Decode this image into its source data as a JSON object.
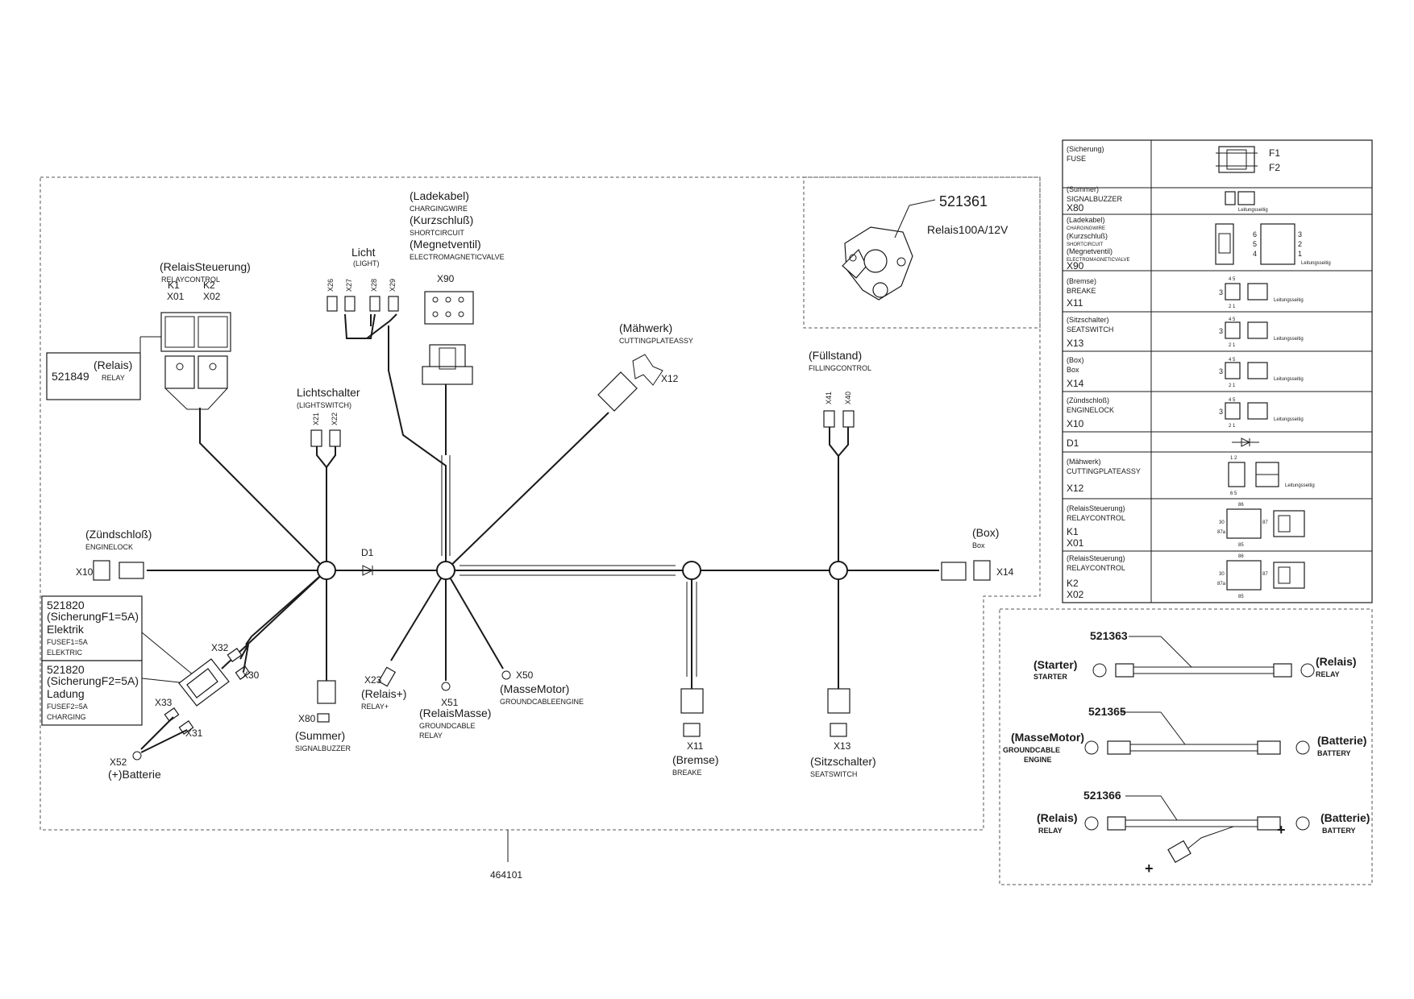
{
  "main": {
    "assembly": "464101",
    "relay_relais": {
      "pn": "521849",
      "de": "(Relais)",
      "en": "RELAY"
    },
    "relay_control": {
      "de": "(RelaisSteuerung)",
      "en": "RELAYCONTROL",
      "k1": "K1",
      "k2": "K2",
      "x1": "X01",
      "x2": "X02"
    },
    "charging": {
      "de1": "(Ladekabel)",
      "en1": "CHARGINGWIRE",
      "de2": "(Kurzschluß)",
      "en2": "SHORTCIRCUIT",
      "de3": "(Megnetventil)",
      "en3": "ELECTROMAGNETICVALVE",
      "x": "X90"
    },
    "light": {
      "de": "Licht",
      "en": "(LIGHT)",
      "x26": "X26",
      "x27": "X27",
      "x28": "X28",
      "x29": "X29"
    },
    "lightswitch": {
      "de": "Lichtschalter",
      "en": "(LIGHTSWITCH)",
      "x21": "X21",
      "x22": "X22"
    },
    "mower": {
      "de": "(Mähwerk)",
      "en": "CUTTINGPLATEASSY",
      "x": "X12"
    },
    "filling": {
      "de": "(Füllstand)",
      "en": "FILLINGCONTROL",
      "x41": "X41",
      "x40": "X40"
    },
    "ignition": {
      "de": "(Zündschloß)",
      "en": "ENGINELOCK",
      "x": "X10"
    },
    "box": {
      "de": "(Box)",
      "en": "Box",
      "x": "X14"
    },
    "diode": "D1",
    "fuse1": {
      "pn": "521820",
      "de1": "(SicherungF1=5A)",
      "de2": "Elektrik",
      "en1": "FUSEF1=5A",
      "en2": "ELEKTRIC"
    },
    "fuse2": {
      "pn": "521820",
      "de1": "(SicherungF2=5A)",
      "de2": "Ladung",
      "en1": "FUSEF2=5A",
      "en2": "CHARGING"
    },
    "fuse_conn": {
      "x32": "X32",
      "x30": "X30",
      "x33": "X33",
      "x31": "X31"
    },
    "battery": {
      "x": "X52",
      "de": "(+)Batterie"
    },
    "buzzer": {
      "x": "X80",
      "de": "(Summer)",
      "en": "SIGNALBUZZER"
    },
    "relay_plus": {
      "x": "X23",
      "de": "(Relais+)",
      "en": "RELAY+"
    },
    "relay_ground": {
      "x": "X51",
      "de": "(RelaisMasse)",
      "en1": "GROUNDCABLE",
      "en2": "RELAY"
    },
    "ground_engine": {
      "x": "X50",
      "de": "(MasseMotor)",
      "en": "GROUNDCABLEENGINE"
    },
    "brake": {
      "x": "X11",
      "de": "(Bremse)",
      "en": "BREAKE"
    },
    "seat": {
      "x": "X13",
      "de": "(Sitzschalter)",
      "en": "SEATSWITCH"
    }
  },
  "big_relay": {
    "pn": "521361",
    "label": "Relais100A/12V"
  },
  "table": {
    "rows": [
      {
        "de": "(Sicherung)",
        "en": "FUSE",
        "x": "",
        "f1": "F1",
        "f2": "F2"
      },
      {
        "de": "(Summer)",
        "en": "SIGNALBUZZER",
        "x": "X80"
      },
      {
        "de": "(Ladekabel)",
        "en": "CHARGINGWIRE",
        "de2": "(Kurzschluß)",
        "en2": "SHORTCIRCUIT",
        "de3": "(Megnetventil)",
        "en3": "ELECTROMAGNETICVALVE",
        "x": "X90"
      },
      {
        "de": "(Bremse)",
        "en": "BREAKE",
        "x": "X11"
      },
      {
        "de": "(Sitzschalter)",
        "en": "SEATSWITCH",
        "x": "X13"
      },
      {
        "de": "(Box)",
        "en": "Box",
        "x": "X14"
      },
      {
        "de": "(Zündschloß)",
        "en": "ENGINELOCK",
        "x": "X10"
      },
      {
        "de": "D1",
        "en": "",
        "x": ""
      },
      {
        "de": "(Mähwerk)",
        "en": "CUTTINGPLATEASSY",
        "x": "X12"
      },
      {
        "de": "(RelaisSteuerung)",
        "en": "RELAYCONTROL",
        "x": "K1",
        "x2": "X01"
      },
      {
        "de": "(RelaisSteuerung)",
        "en": "RELAYCONTROL",
        "x": "K2",
        "x2": "X02"
      }
    ],
    "pin_45": "4 5",
    "pin_21": "2 1",
    "pin_3": "3",
    "pin_12": "1 2",
    "pin_65": "6 5",
    "pin_86": "86",
    "pin_85": "85",
    "pin_30": "30",
    "pin_87": "87",
    "pin_87a": "87a",
    "pin_6": "6",
    "pin_5": "5",
    "pin_4": "4",
    "pin_3b": "3",
    "pin_2": "2",
    "pin_1": "1",
    "note": "Leitungsseitig"
  },
  "cables": [
    {
      "pn": "521363",
      "l_de": "(Starter)",
      "l_en": "STARTER",
      "r_de": "(Relais)",
      "r_en": "RELAY"
    },
    {
      "pn": "521365",
      "l_de": "(MasseMotor)",
      "l_en": "GROUNDCABLE",
      "l_en2": "ENGINE",
      "r_de": "(Batterie)",
      "r_en": "BATTERY"
    },
    {
      "pn": "521366",
      "l_de": "(Relais)",
      "l_en": "RELAY",
      "r_de": "(Batterie)",
      "r_en": "BATTERY",
      "plus": "+"
    }
  ]
}
